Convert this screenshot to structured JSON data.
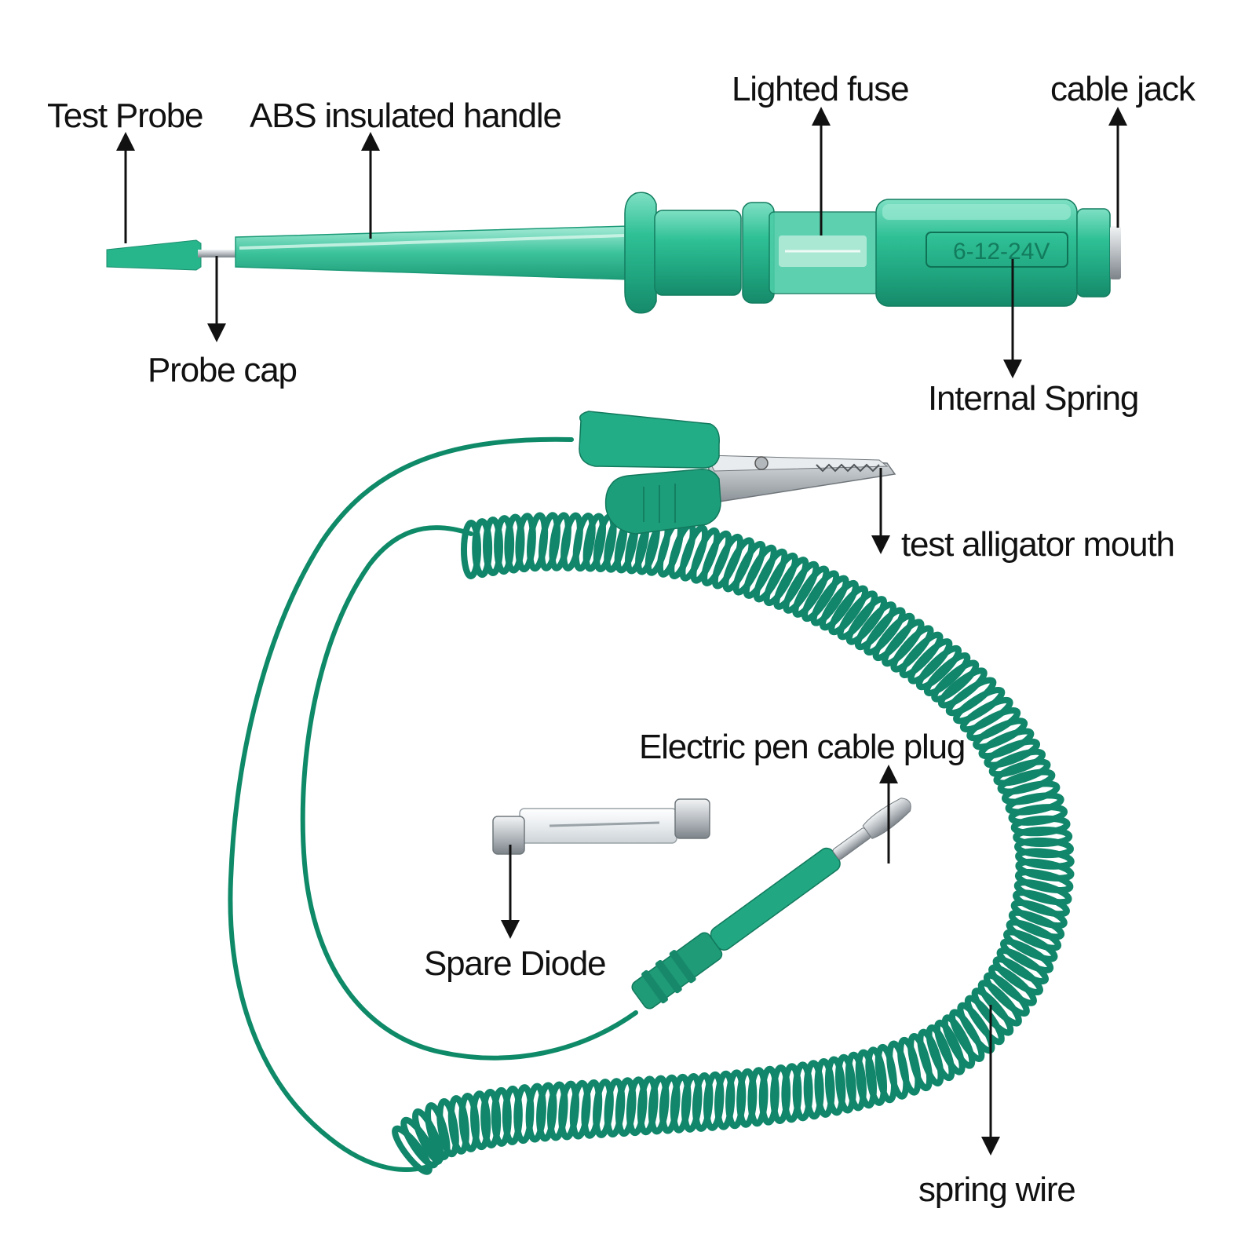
{
  "labels": {
    "test_probe": "Test Probe",
    "abs_handle": "ABS insulated handle",
    "lighted_fuse": "Lighted fuse",
    "cable_jack": "cable jack",
    "probe_cap": "Probe cap",
    "internal_spring": "Internal Spring",
    "alligator_mouth": "test alligator mouth",
    "cable_plug": "Electric pen cable plug",
    "spare_diode": "Spare Diode",
    "spring_wire": "spring wire"
  },
  "body_marking": "6-12-24V",
  "colors": {
    "teal_plastic": "#20a884",
    "teal_dark": "#128a6a",
    "wire": "#0f8a68",
    "coil": "#11866a",
    "metal": "#c7cbcf",
    "text": "#111111"
  }
}
